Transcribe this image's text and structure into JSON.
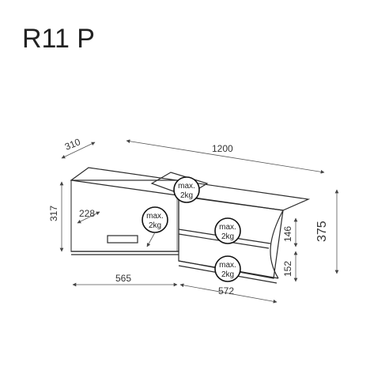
{
  "title": "R11 P",
  "dimensions": {
    "depth": "310",
    "total_width": "1200",
    "total_height": "375",
    "left_height": "317",
    "inner_depth": "228",
    "left_width": "565",
    "right_width": "572",
    "upper_shelf_height": "146",
    "lower_shelf_height": "152"
  },
  "load_badges": [
    {
      "line1": "max.",
      "line2": "2kg"
    },
    {
      "line1": "max.",
      "line2": "2kg"
    },
    {
      "line1": "max.",
      "line2": "2kg"
    },
    {
      "line1": "max.",
      "line2": "2kg"
    }
  ],
  "colors": {
    "stroke": "#2b2b2b",
    "background": "#ffffff"
  }
}
